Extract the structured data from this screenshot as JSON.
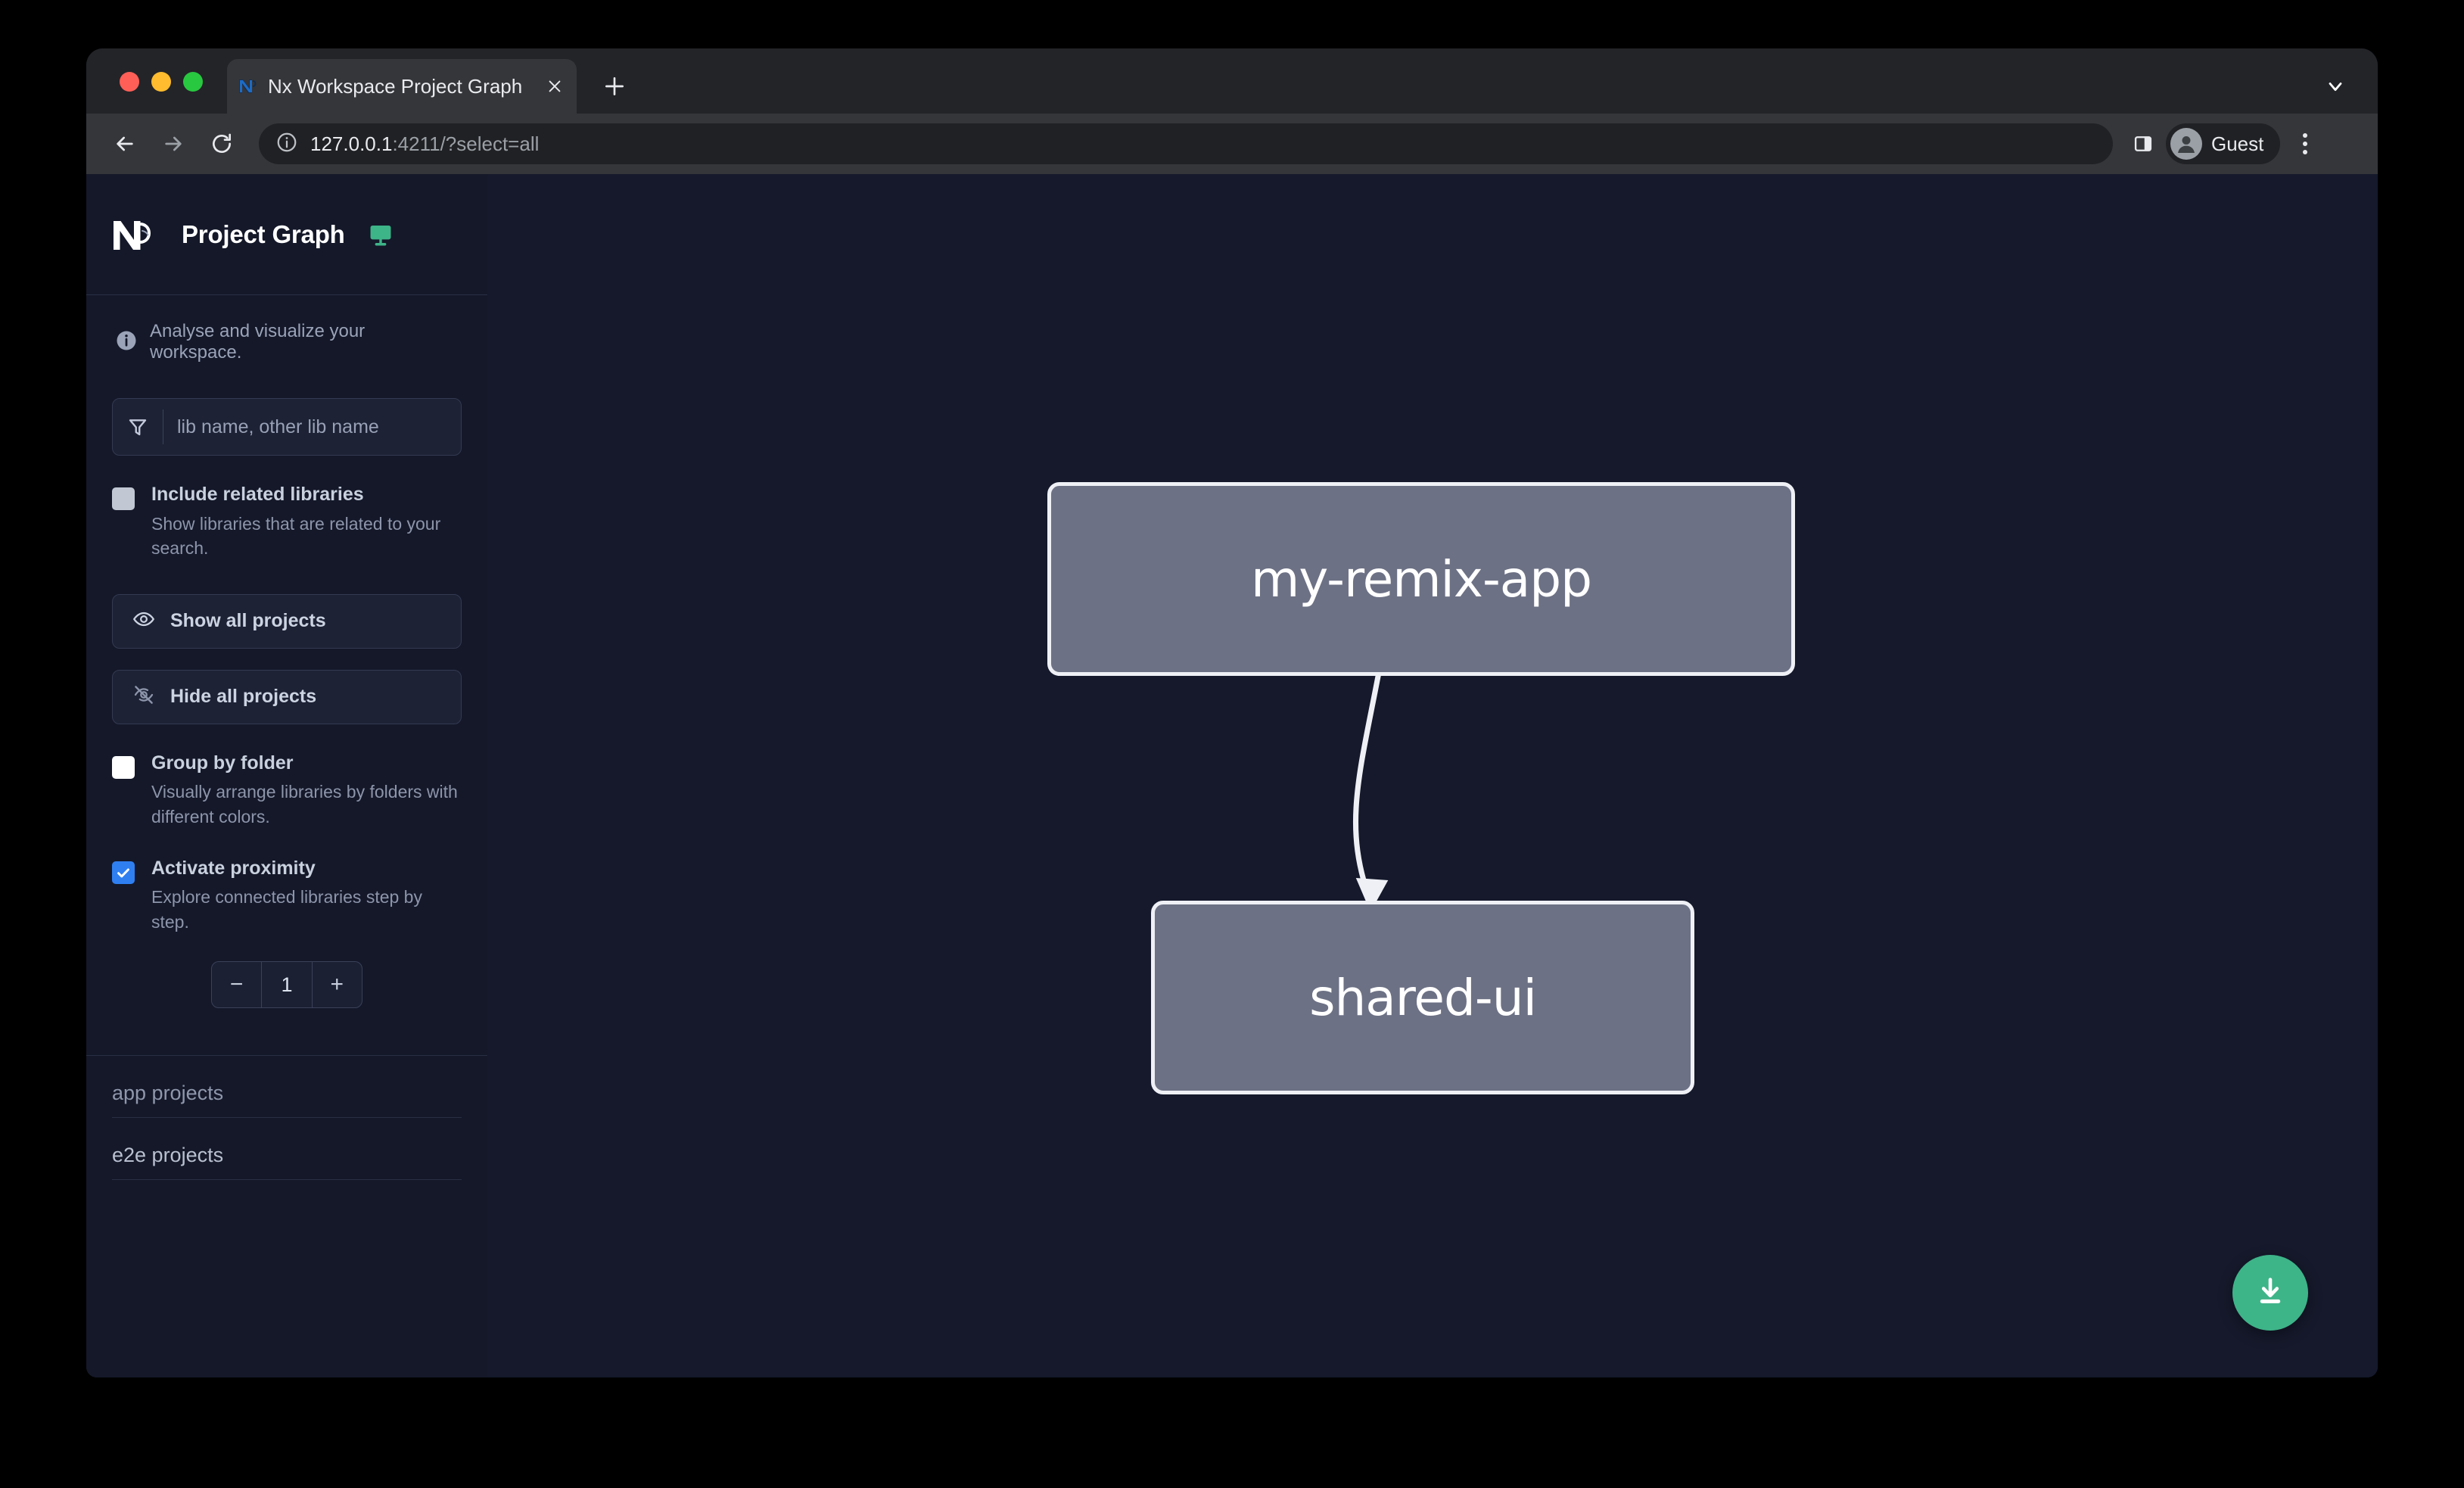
{
  "browser": {
    "tab": {
      "title": "Nx Workspace Project Graph",
      "favicon_icon": "nx-favicon-icon",
      "close_icon": "close-icon"
    },
    "new_tab_icon": "plus-icon",
    "tab_list_icon": "chevron-down-icon",
    "nav": {
      "back_icon": "arrow-left-icon",
      "forward_icon": "arrow-right-icon",
      "reload_icon": "reload-icon"
    },
    "omnibox": {
      "info_icon": "info-circle-icon",
      "url_host": "127.0.0.1",
      "url_rest": ":4211/?select=all"
    },
    "side_panel_icon": "side-panel-icon",
    "profile": {
      "label": "Guest",
      "avatar_icon": "person-avatar-icon"
    },
    "menu_icon": "three-dots-vertical-icon",
    "traffic_lights": {
      "close_color": "#ff5f57",
      "minimize_color": "#febc2e",
      "zoom_color": "#28c840"
    }
  },
  "sidebar": {
    "logo_icon": "nx-logo-icon",
    "title": "Project Graph",
    "monitor_icon": "monitor-icon",
    "monitor_color": "#3eb489",
    "tagline": {
      "icon": "info-icon",
      "text": "Analyse and visualize your workspace."
    },
    "search": {
      "filter_icon": "filter-funnel-icon",
      "placeholder": "lib name, other lib name",
      "value": ""
    },
    "options": [
      {
        "title": "Include related libraries",
        "description": "Show libraries that are related to your search.",
        "checked": false,
        "box_style": "grey"
      },
      {
        "title": "Group by folder",
        "description": "Visually arrange libraries by folders with different colors.",
        "checked": false,
        "box_style": "white"
      },
      {
        "title": "Activate proximity",
        "description": "Explore connected libraries step by step.",
        "checked": true,
        "box_style": "blue",
        "check_color": "#2f7ff1"
      }
    ],
    "buttons": {
      "show_all": {
        "label": "Show all projects",
        "icon": "eye-icon"
      },
      "hide_all": {
        "label": "Hide all projects",
        "icon": "eye-slash-icon"
      }
    },
    "stepper": {
      "decrement_label": "−",
      "value": "1",
      "increment_label": "+"
    },
    "sections": [
      {
        "label": "app projects"
      },
      {
        "label": "e2e projects"
      }
    ]
  },
  "graph": {
    "background_color": "#15192b",
    "node_fill": "#6d7185",
    "node_border": "#eef0f6",
    "edge_color": "#eef0f6",
    "nodes": [
      {
        "id": "my-remix-app",
        "label": "my-remix-app"
      },
      {
        "id": "shared-ui",
        "label": "shared-ui"
      }
    ],
    "edges": [
      {
        "from": "my-remix-app",
        "to": "shared-ui"
      }
    ],
    "download_button": {
      "icon": "download-icon",
      "color": "#3eb489"
    }
  }
}
